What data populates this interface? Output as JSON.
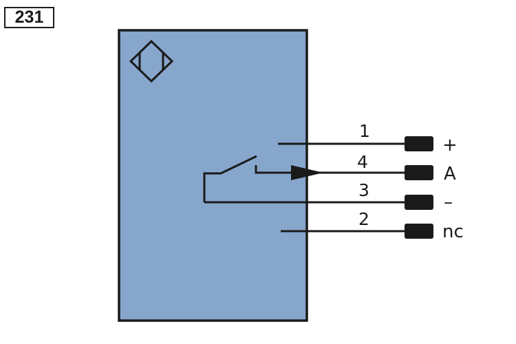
{
  "diagram_id": "231",
  "colors": {
    "body": "#87a6cc",
    "line": "#1a1a1a",
    "terminal": "#1a1a1a"
  },
  "icons": {
    "sensor": "inductive-sensor-diamond-icon",
    "switch": "normally-open-contact-icon",
    "output": "arrow-right-icon"
  },
  "pins": [
    {
      "number": "1",
      "signal": "+"
    },
    {
      "number": "4",
      "signal": "A"
    },
    {
      "number": "3",
      "signal": "–"
    },
    {
      "number": "2",
      "signal": "nc"
    }
  ]
}
